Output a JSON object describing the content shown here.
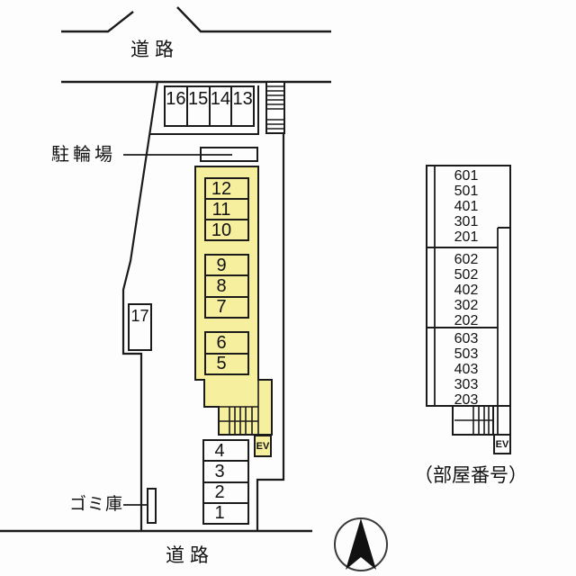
{
  "colors": {
    "building_fill": "#f6ef9e",
    "line": "#1b1b1b"
  },
  "site_plan": {
    "top_road_label": "道路",
    "bottom_road_label": "道路",
    "bicycle_parking_label": "駐輪場",
    "garbage_store_label": "ゴミ庫",
    "elevator_label": "EV",
    "top_row_spaces": [
      "16",
      "15",
      "14",
      "13"
    ],
    "side_space": "17",
    "building_spaces_upper": [
      "12",
      "11",
      "10"
    ],
    "building_spaces_middle": [
      "9",
      "8",
      "7"
    ],
    "building_spaces_lower": [
      "6",
      "5"
    ],
    "bottom_spaces": [
      "4",
      "3",
      "2",
      "1"
    ]
  },
  "room_chart": {
    "caption": "（部屋番号）",
    "elevator_label": "EV",
    "stack1": [
      "601",
      "501",
      "401",
      "301",
      "201"
    ],
    "stack2": [
      "602",
      "502",
      "402",
      "302",
      "202"
    ],
    "stack3": [
      "603",
      "503",
      "403",
      "303",
      "203"
    ]
  }
}
